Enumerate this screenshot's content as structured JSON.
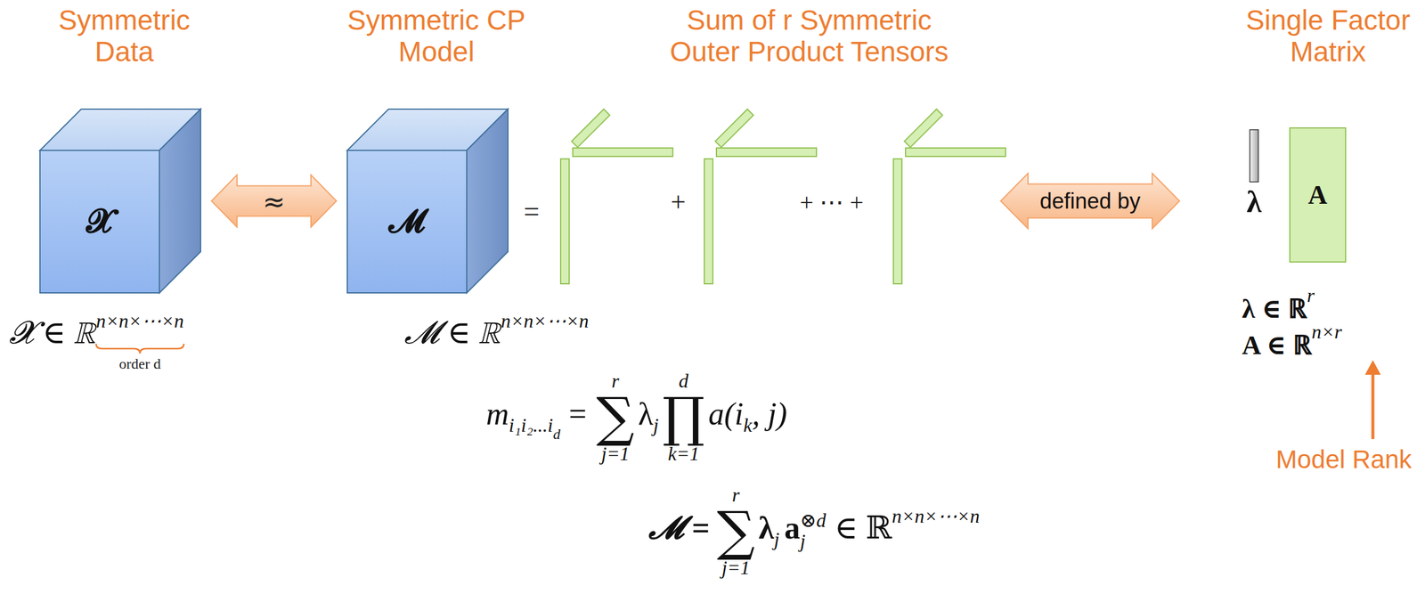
{
  "diagram": {
    "nodes": [
      {
        "text": [
          "𝓧"
        ]
      },
      {
        "text": [
          "𝓜"
        ]
      },
      {
        "text": [
          "defined by"
        ]
      },
      {
        "text": [
          "λ"
        ]
      },
      {
        "text": [
          "A"
        ]
      }
    ],
    "edges": [
      {
        "from": 0,
        "to": 1,
        "label": "≈",
        "arrow": "both"
      }
    ],
    "labels": [
      "Symmetric Data",
      "Symmetric CP Model",
      "Sum of r Symmetric Outer Product Tensors",
      "Single Factor Matrix",
      "𝓧 ∈ ℝ",
      "n×n×⋯×n",
      "order d",
      "𝓜 ∈ ℝ",
      "n×n×⋯×n",
      "=",
      "+",
      "+ ⋯ +",
      "λ ∈ ℝ",
      "r",
      "A ∈ ℝ",
      "n×r",
      "Model Rank",
      "m",
      "i₁i₂...i",
      "d",
      "=",
      "r",
      "∑",
      "j=1",
      "λ",
      "j",
      "d",
      "∏",
      "k=1",
      "a(i",
      "k",
      ", j)",
      "𝓜 =",
      "r",
      "∑",
      "j=1",
      "λ",
      "j",
      "a",
      "⊗d",
      "j",
      "∈ ℝ",
      "n×n×⋯×n"
    ]
  }
}
